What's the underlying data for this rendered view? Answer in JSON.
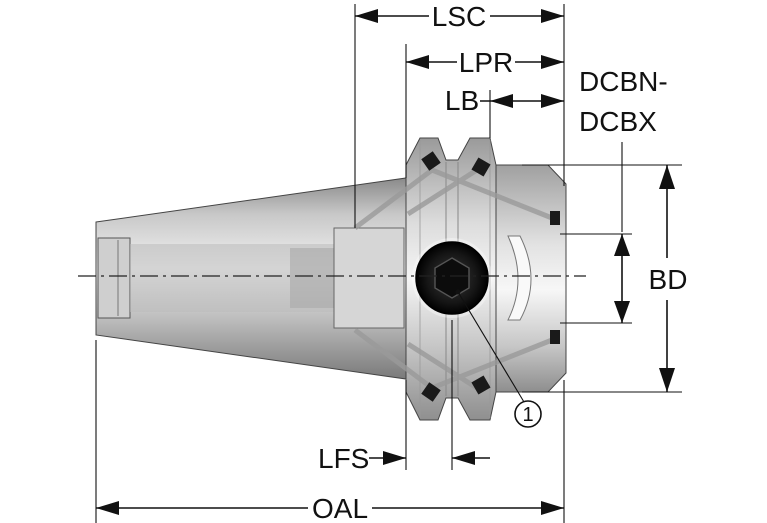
{
  "labels": {
    "lsc": "LSC",
    "lpr": "LPR",
    "lb": "LB",
    "dcbn": "DCBN-",
    "dcbx": "DCBX",
    "bd": "BD",
    "lfs": "LFS",
    "oal": "OAL"
  },
  "callout": {
    "number": "1"
  },
  "colors": {
    "body_light": "#e4e4e4",
    "body_mid": "#b9b9b9",
    "body_dark": "#8c8c8c",
    "line": "#111111"
  }
}
